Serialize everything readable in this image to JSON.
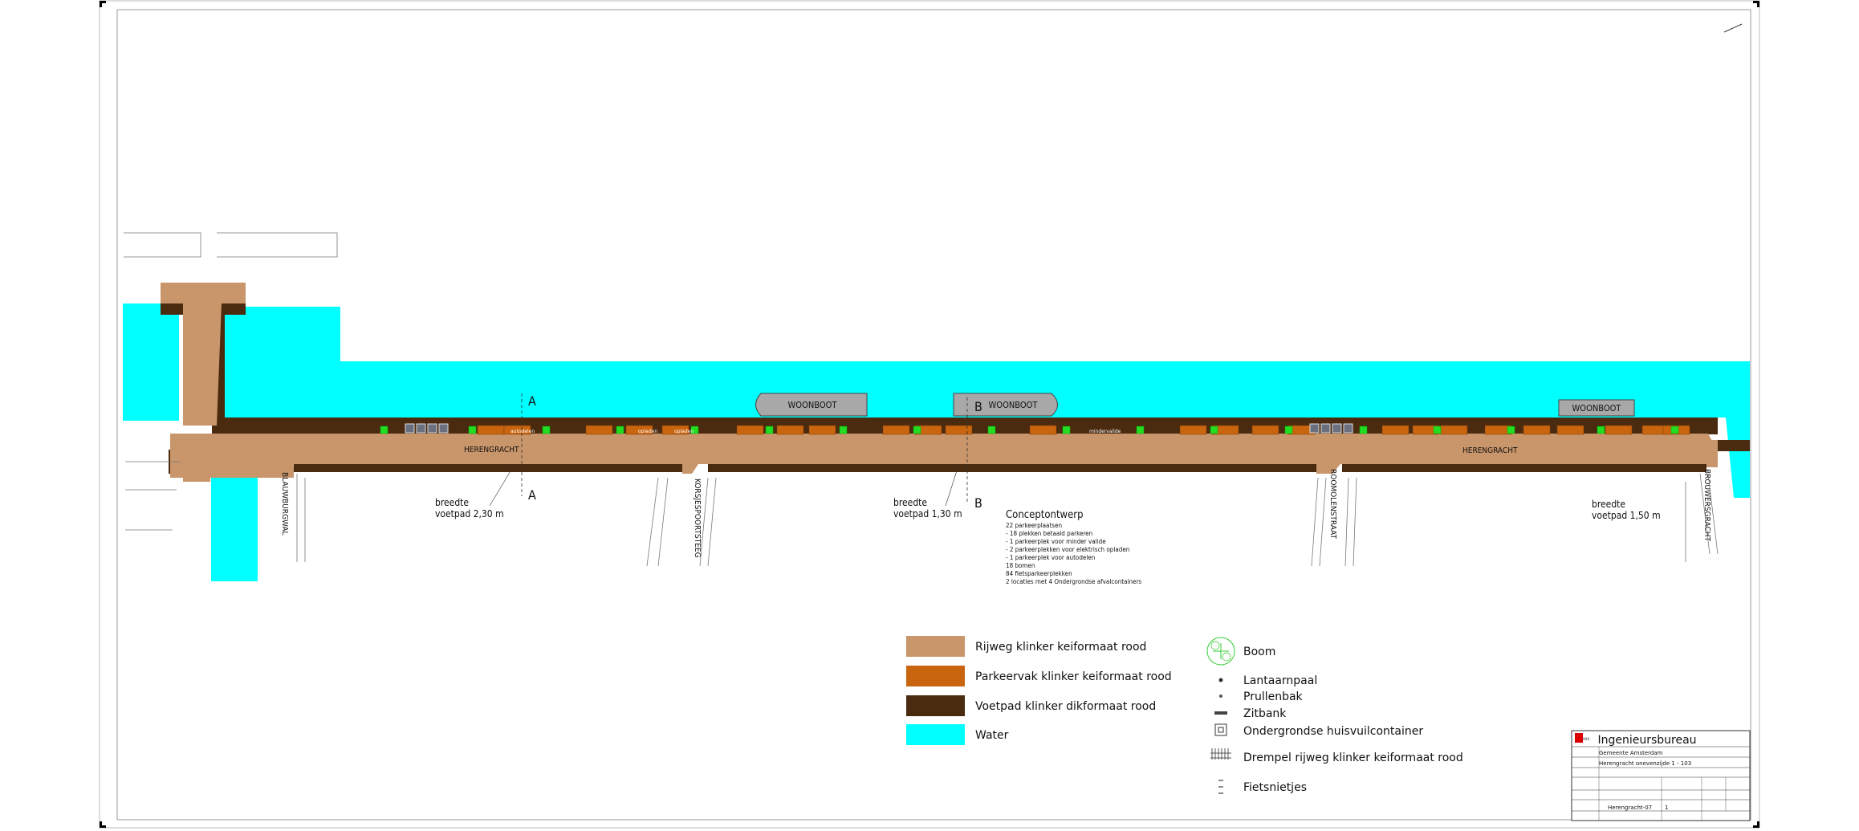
{
  "drawing": {
    "streets": {
      "main": "HERENGRACHT",
      "main_east": "HERENGRACHT",
      "blauwburgwal": "BLAUWBURGWAL",
      "korsjespoortsteeg": "KORSJESPOORTSTEEG",
      "roomolenstraat": "ROOMOLENSTRAAT",
      "brouwersgracht": "BROUWERSGRACHT"
    },
    "houseboats": [
      "WOONBOOT",
      "WOONBOOT",
      "WOONBOOT"
    ],
    "sections": [
      {
        "marker": "A",
        "label_line1": "breedte",
        "label_line2": "voetpad 2,30 m"
      },
      {
        "marker": "B",
        "label_line1": "breedte",
        "label_line2": "voetpad 1,30 m"
      },
      {
        "label_line1": "breedte",
        "label_line2": "voetpad 1,50 m"
      }
    ],
    "parking_tags": [
      "autodelen",
      "opladen",
      "opladen",
      "mindervalide"
    ]
  },
  "concept": {
    "title": "Conceptontwerp",
    "lines": [
      "22 parkeerplaatsen",
      "- 18 plekken betaald parkeren",
      "- 1 parkeerplek voor minder valide",
      "- 2 parkeerplekken voor elektrisch opladen",
      "- 1 parkeerplek voor autodelen",
      "18 bomen",
      "84 fietsparkeerplekken",
      "2 locaties met 4 Ondergrondse afvalcontainers"
    ]
  },
  "legend_fills": [
    {
      "label": "Rijweg klinker keiformaat rood",
      "color": "#c9956a"
    },
    {
      "label": "Parkeervak klinker keiformaat rood",
      "color": "#c9640f"
    },
    {
      "label": "Voetpad klinker dikformaat rood",
      "color": "#4a2b10"
    },
    {
      "label": "Water",
      "color": "#00ffff"
    }
  ],
  "legend_symbols": [
    {
      "label": "Boom",
      "icon": "tree-icon"
    },
    {
      "label": "Lantaarnpaal",
      "icon": "lamppost-icon"
    },
    {
      "label": "Prullenbak",
      "icon": "trashbin-icon"
    },
    {
      "label": "Zitbank",
      "icon": "bench-icon"
    },
    {
      "label": "Ondergrondse huisvuilcontainer",
      "icon": "waste-container-icon"
    },
    {
      "label": "Drempel rijweg klinker keiformaat rood",
      "icon": "speed-bump-icon"
    },
    {
      "label": "Fietsnietjes",
      "icon": "bike-rack-icon"
    }
  ],
  "title_block": {
    "company": "Ingenieursbureau",
    "client": "Gemeente Amsterdam",
    "project": "Herengracht onevenzijde 1 - 103",
    "sheet_name": "Herengracht-07",
    "sheet_number": "1"
  },
  "colors": {
    "road": "#c9956a",
    "parking": "#c9640f",
    "footpath": "#4a2b10",
    "water": "#00ffff",
    "tree": "#22dd22",
    "houseboat": "#a8a8a8"
  }
}
